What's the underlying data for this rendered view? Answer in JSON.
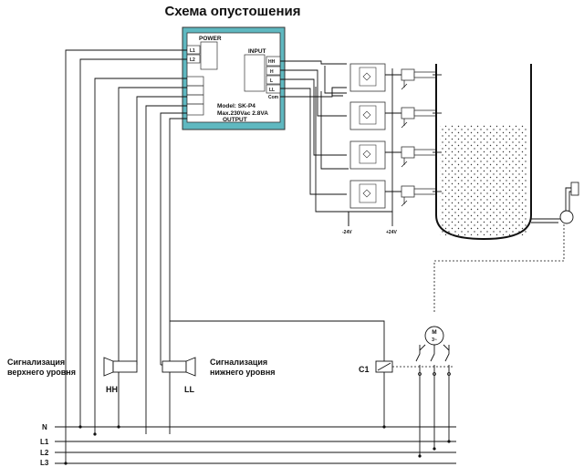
{
  "title": "Схема опустошения",
  "controller": {
    "power_label": "POWER",
    "input_label": "INPUT",
    "output_label": "OUTPUT",
    "model": "Model: SK-P4",
    "rating": "Max.230Vac 2.8VA",
    "power_terminals": [
      "L1",
      "L2"
    ],
    "input_terminals": [
      "HH",
      "H",
      "L",
      "LL",
      "Com"
    ],
    "box_color": "#5fb8c0"
  },
  "supply_labels": [
    "-24V",
    "+24V"
  ],
  "alarms": {
    "high_label": "Сигнализация\nверхнего уровня",
    "low_label": "Сигнализация\nнижнего уровня",
    "high_tag": "HH",
    "low_tag": "LL"
  },
  "contactor": "C1",
  "motor": {
    "symbol": "M",
    "phases": "3~"
  },
  "rails": [
    "N",
    "L1",
    "L2",
    "L3"
  ]
}
